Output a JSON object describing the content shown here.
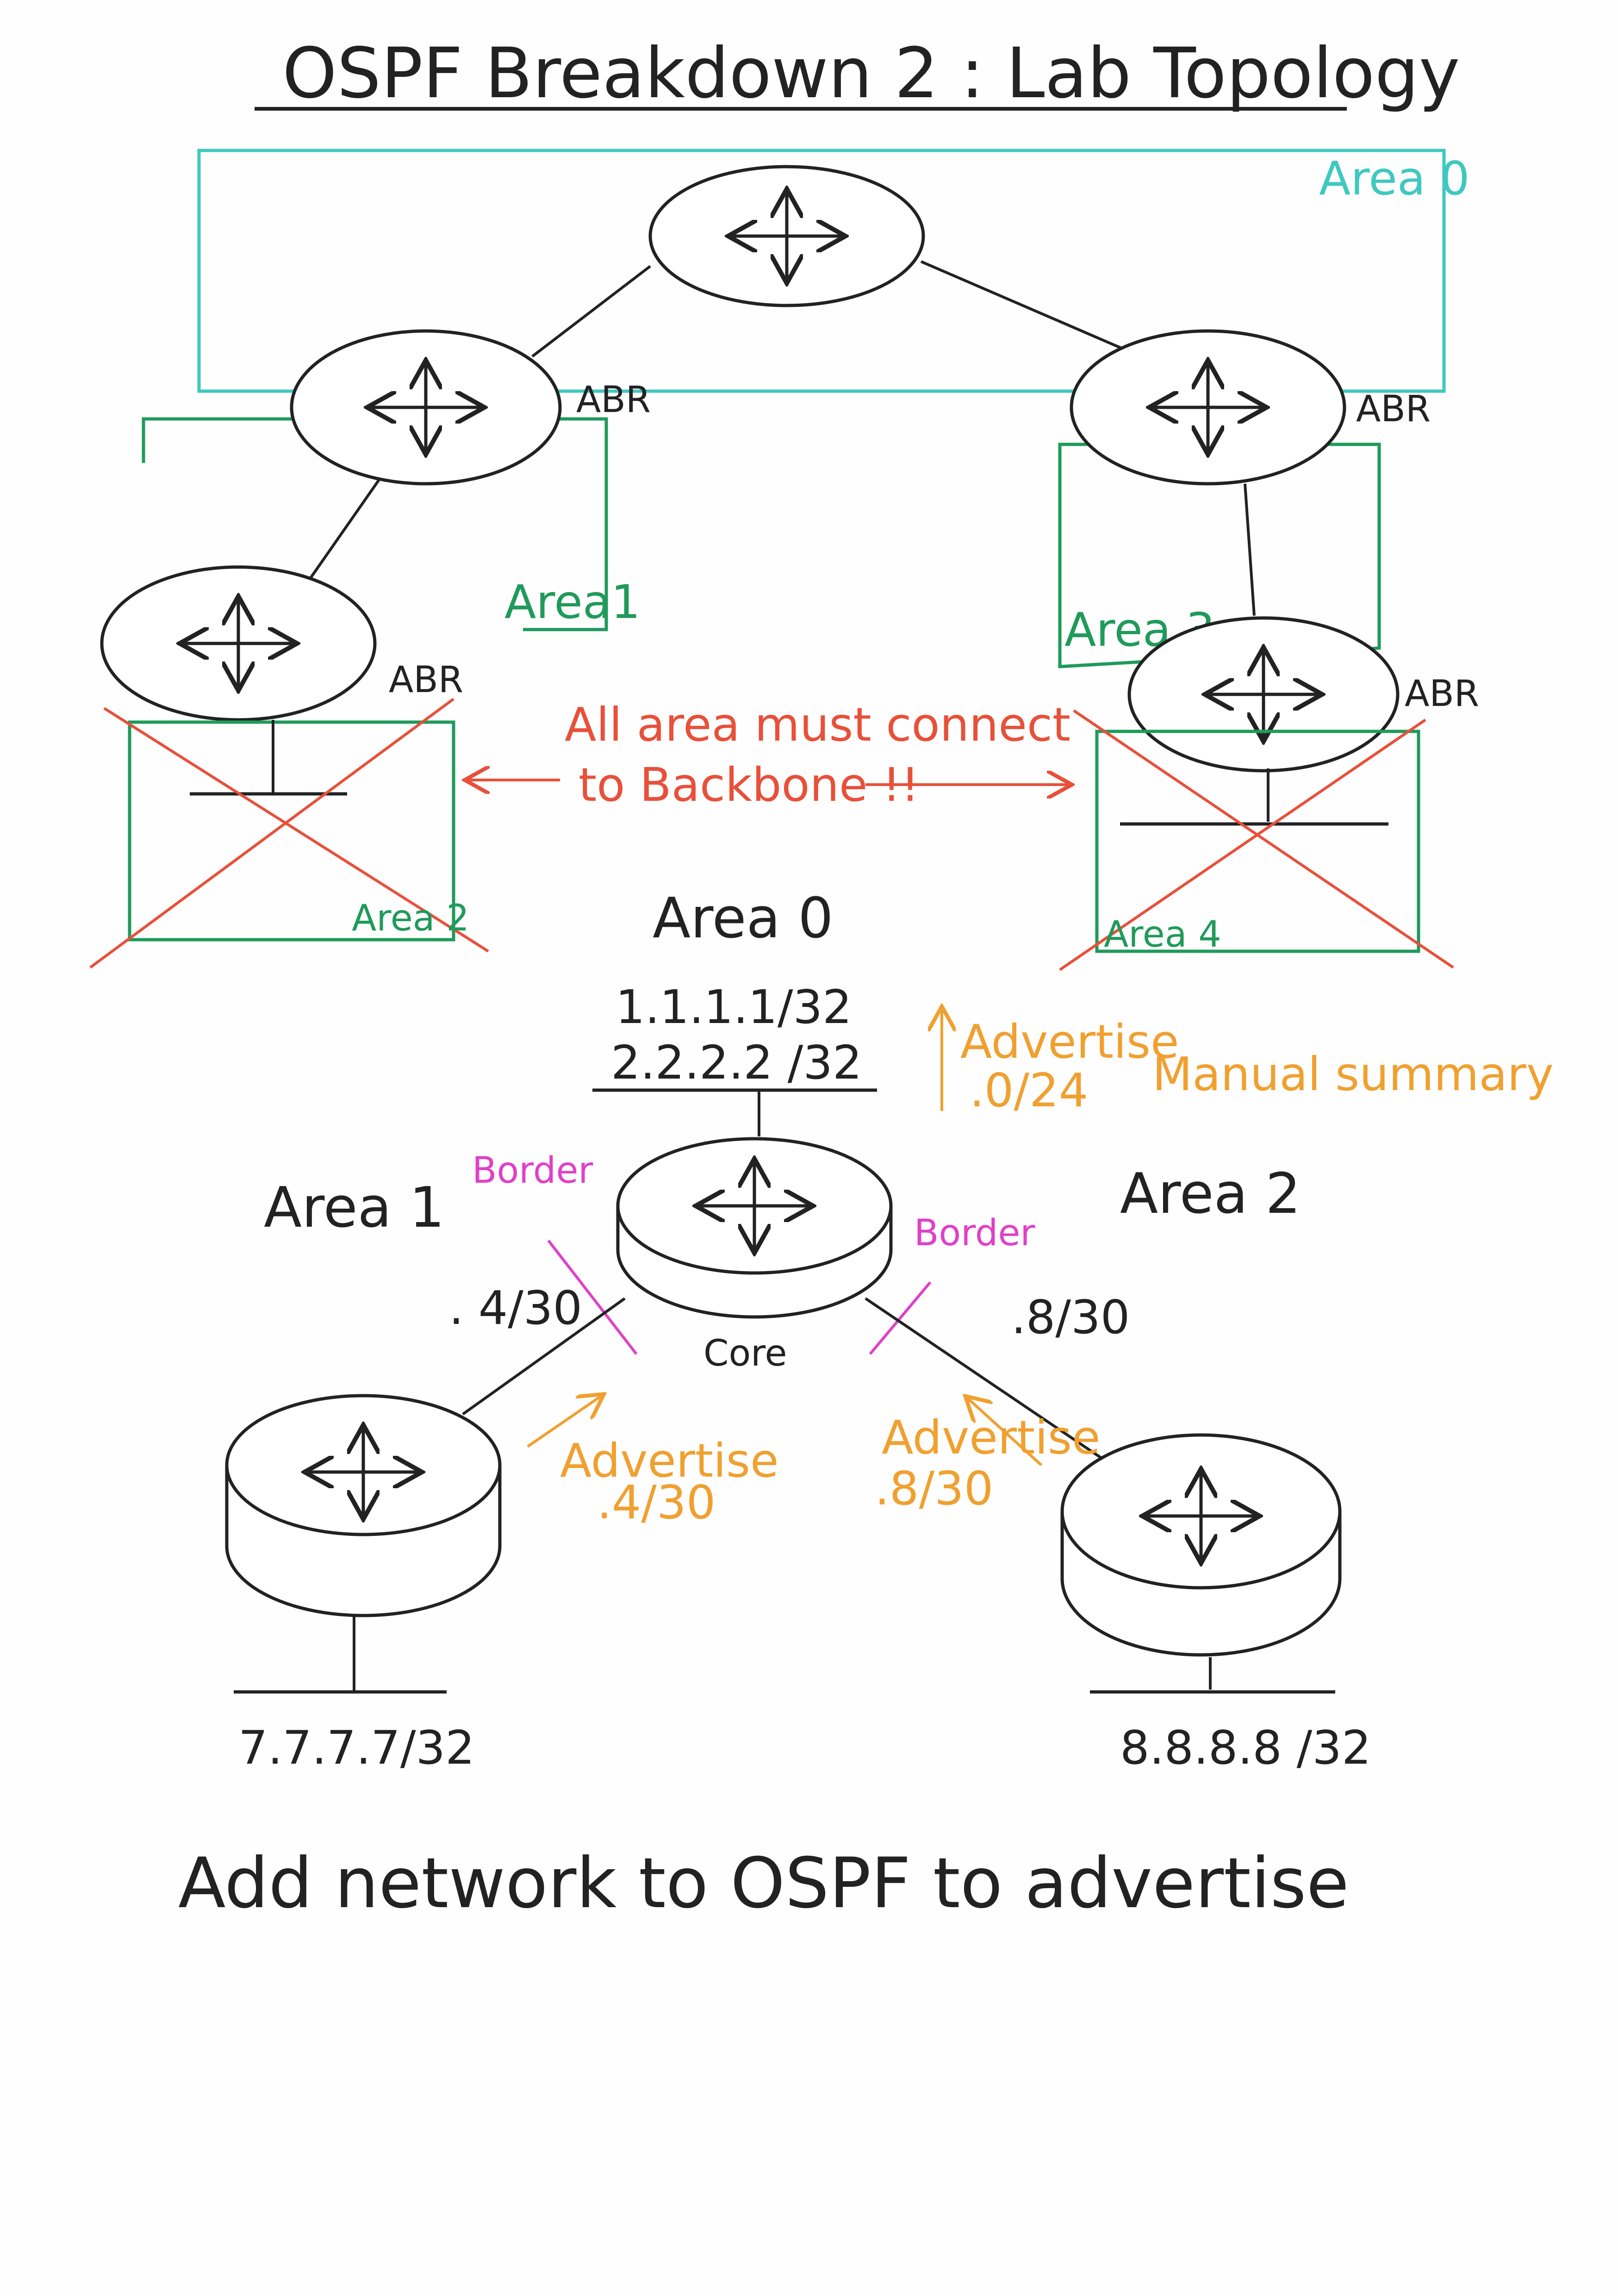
{
  "title": "OSPF Breakdown 2 : Lab Topology",
  "top_diagram": {
    "area0_label": "Area 0",
    "area1_label": "Area1",
    "area2_label": "Area 2",
    "area3_label": "Area 3",
    "area4_label": "Area 4",
    "abr_left_top": "ABR",
    "abr_left_bottom": "ABR",
    "abr_right_top": "ABR",
    "abr_right_bottom": "ABR",
    "note_line1": "All area must connect",
    "note_line2": "to Backbone !!"
  },
  "bottom_diagram": {
    "area0_label": "Area 0",
    "area1_label": "Area 1",
    "area2_label": "Area 2",
    "core_net_1": "1.1.1.1/32",
    "core_net_2": "2.2.2.2 /32",
    "advertise_top_1": "Advertise",
    "advertise_top_2": ".0/24",
    "manual_summary": "Manual summary",
    "border_left": "Border",
    "border_right": "Border",
    "link_left": ". 4/30",
    "link_right": ".8/30",
    "core_label": "Core",
    "advertise_left_1": "Advertise",
    "advertise_left_2": ".4/30",
    "advertise_right_1": "Advertise",
    "advertise_right_2": ".8/30",
    "left_net": "7.7.7.7/32",
    "right_net": "8.8.8.8 /32"
  },
  "footer": "Add network to OSPF to advertise",
  "colors": {
    "ink": "#222222",
    "area0": "#3fc8c0",
    "area_green": "#1f9a5a",
    "red": "#e8503a",
    "orange": "#f0a030",
    "magenta": "#e040c8"
  }
}
